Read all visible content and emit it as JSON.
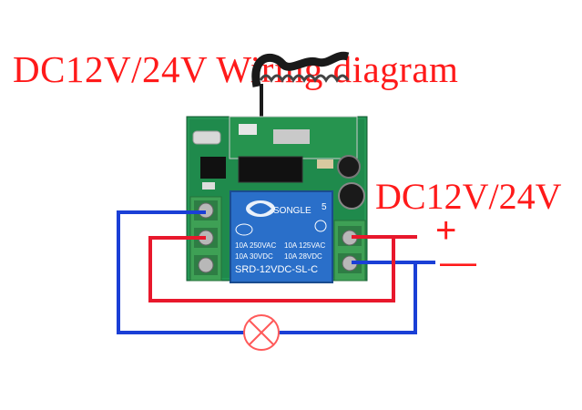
{
  "title": "DC12V/24V Wiring diagram",
  "supply_label": "DC12V/24V",
  "plus_symbol": "+",
  "minus_symbol": "—",
  "relay": {
    "brand": "SONGLE",
    "rating_left_1": "10A 250VAC",
    "rating_right_1": "10A 125VAC",
    "rating_left_2": "10A 30VDC",
    "rating_right_2": "10A 28VDC",
    "model": "SRD-12VDC-SL-C",
    "pin_number": "5"
  },
  "colors": {
    "text_red": "#ff1a1a",
    "wire_red": "#e8182c",
    "wire_blue": "#1a3fd6",
    "pcb_green": "#1f8a4c",
    "terminal_green": "#3ea055",
    "relay_blue": "#2a6fc9"
  }
}
